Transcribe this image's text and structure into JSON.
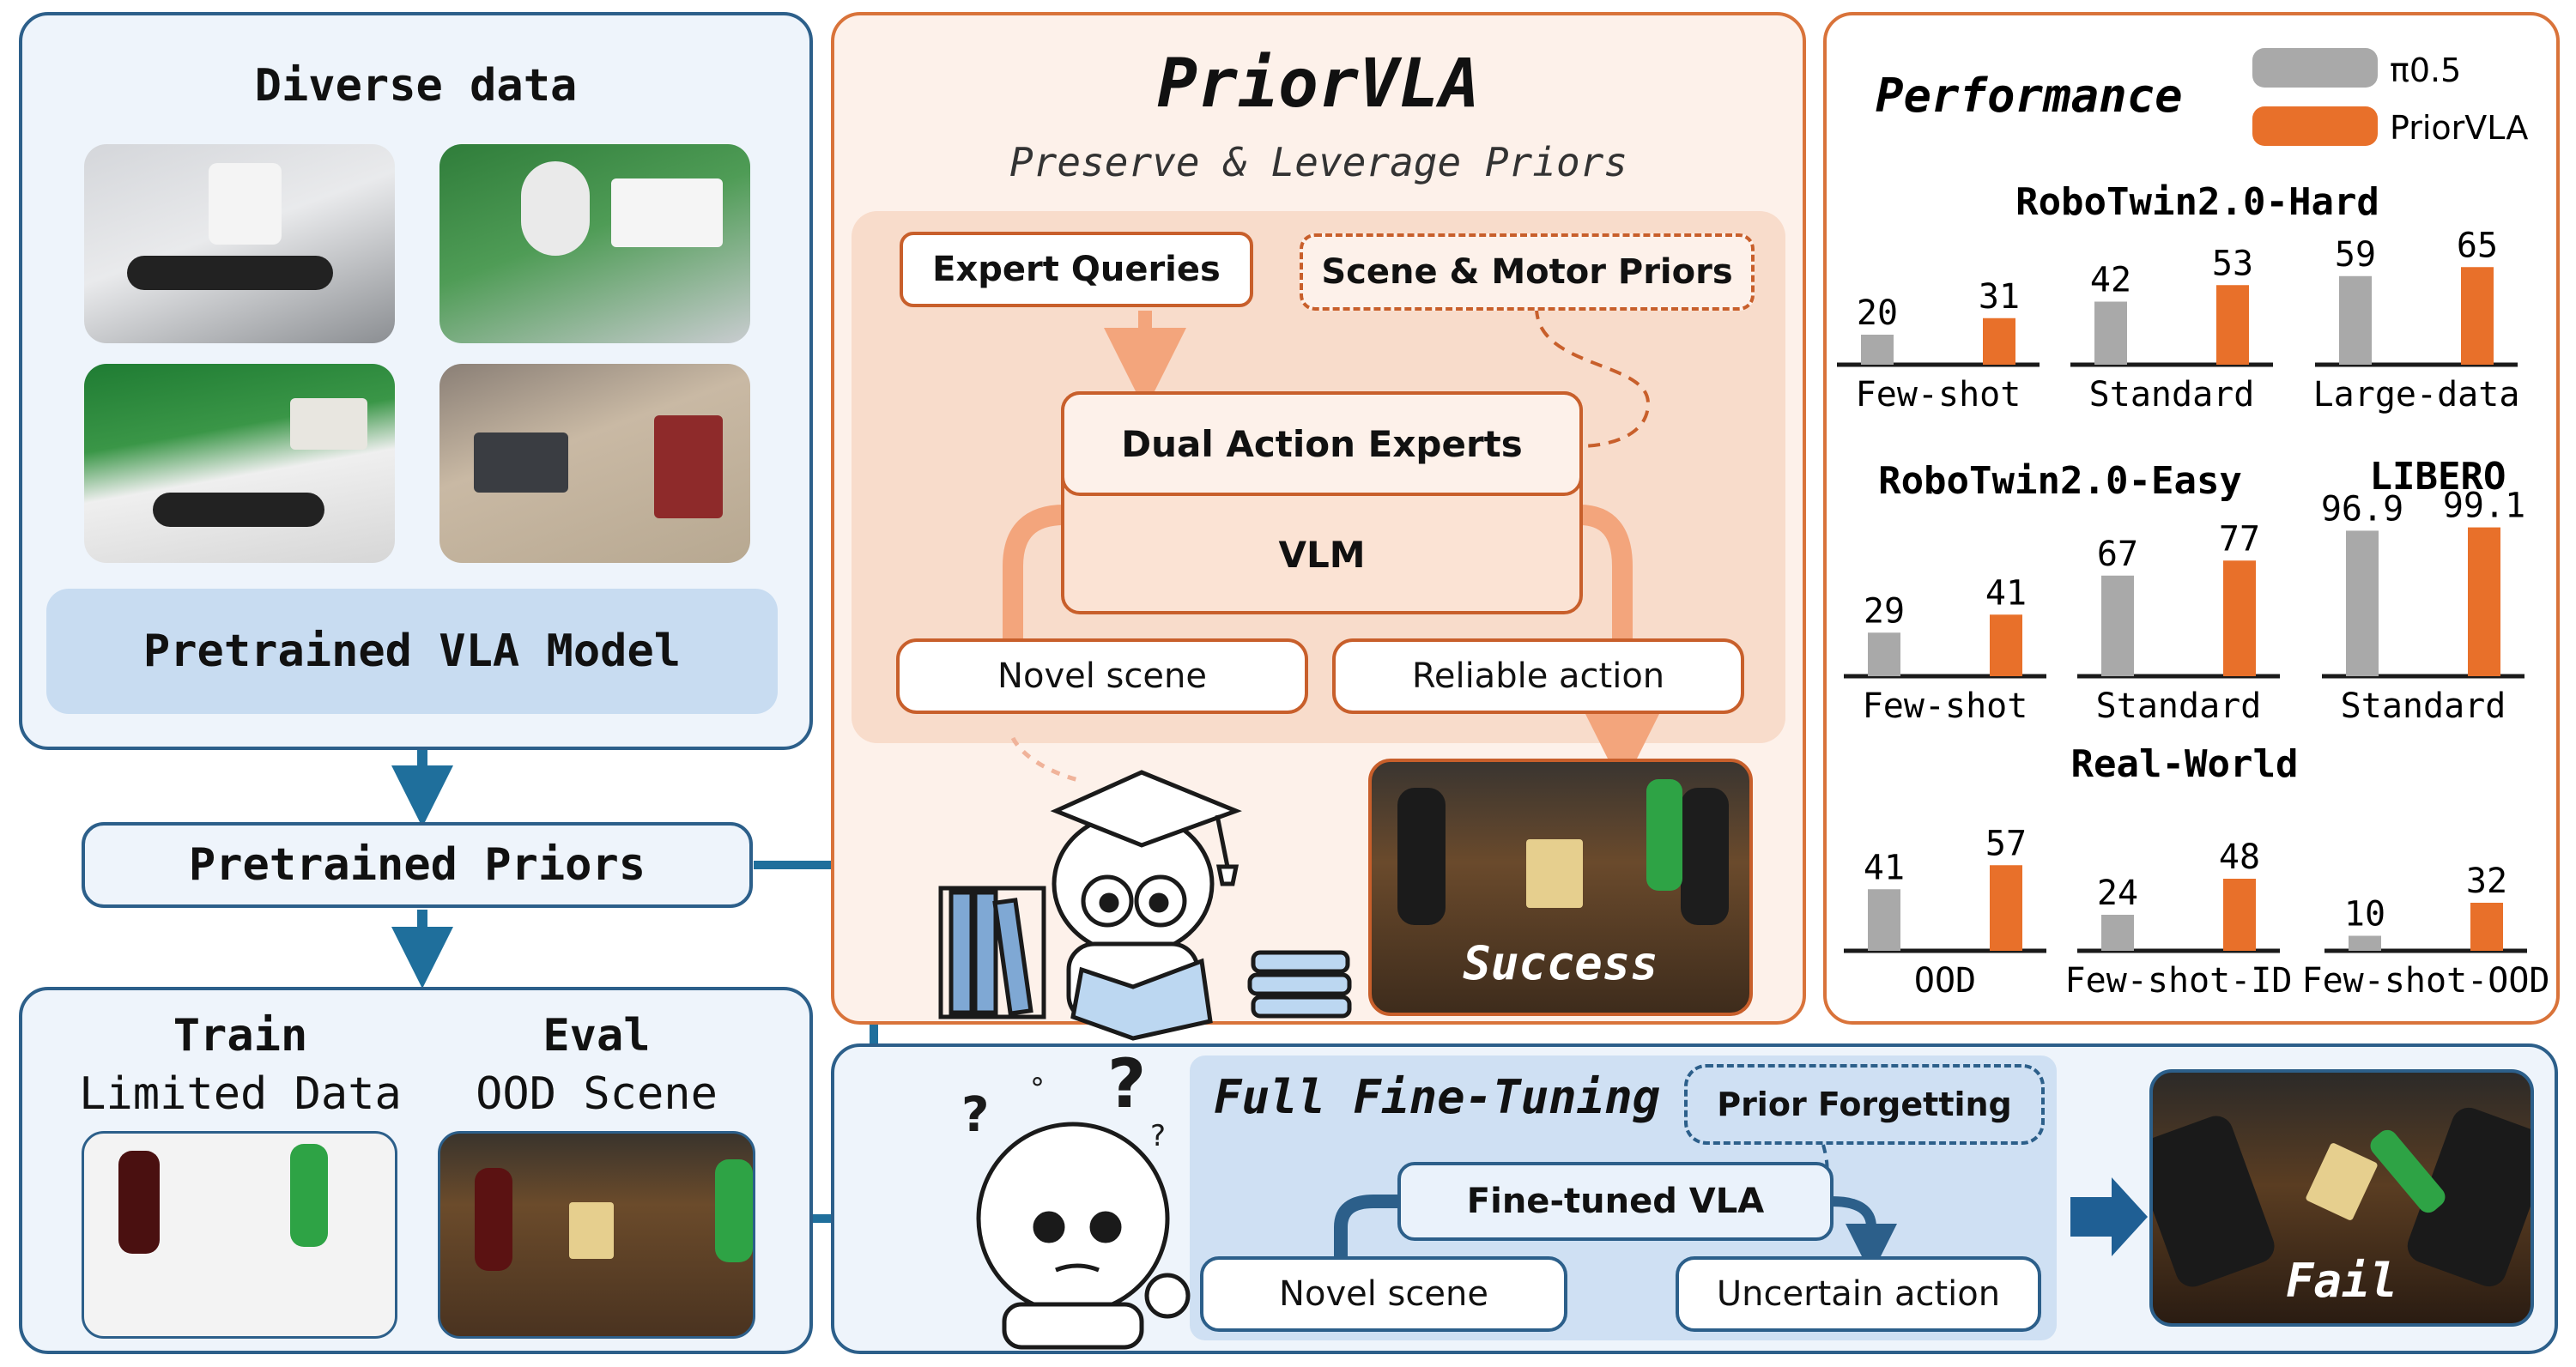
{
  "left": {
    "diverse_title": "Diverse data",
    "pretrained_model": "Pretrained VLA Model",
    "pretrained_priors": "Pretrained Priors",
    "train_title": "Train",
    "train_sub": "Limited Data",
    "eval_title": "Eval",
    "eval_sub": "OOD Scene"
  },
  "center": {
    "title": "PriorVLA",
    "subtitle": "Preserve & Leverage Priors",
    "expert_queries": "Expert Queries",
    "scene_motor_priors": "Scene & Motor Priors",
    "dual_action_experts": "Dual Action Experts",
    "vlm": "VLM",
    "novel_scene": "Novel scene",
    "reliable_action": "Reliable action",
    "success": "Success"
  },
  "bottom": {
    "title": "Full Fine-Tuning",
    "prior_forgetting": "Prior Forgetting",
    "finetuned_vla": "Fine-tuned VLA",
    "novel_scene": "Novel scene",
    "uncertain_action": "Uncertain action",
    "fail": "Fail"
  },
  "colors": {
    "pi": "#a9a9a9",
    "prior": "#e8702a",
    "blue": "#2c5f8a",
    "orange": "#d9733a"
  },
  "chart_data": {
    "title": "Performance",
    "legend": [
      "π0.5",
      "PriorVLA"
    ],
    "type": "bar",
    "groups": [
      {
        "title": "RoboTwin2.0-Hard",
        "categories": [
          "Few-shot",
          "Standard",
          "Large-data"
        ],
        "series": [
          {
            "name": "π0.5",
            "values": [
              20,
              42,
              59
            ]
          },
          {
            "name": "PriorVLA",
            "values": [
              31,
              53,
              65
            ]
          }
        ]
      },
      {
        "title": "RoboTwin2.0-Easy",
        "categories": [
          "Few-shot",
          "Standard"
        ],
        "series": [
          {
            "name": "π0.5",
            "values": [
              29,
              67
            ]
          },
          {
            "name": "PriorVLA",
            "values": [
              41,
              77
            ]
          }
        ]
      },
      {
        "title": "LIBERO",
        "categories": [
          "Standard"
        ],
        "series": [
          {
            "name": "π0.5",
            "values": [
              96.9
            ]
          },
          {
            "name": "PriorVLA",
            "values": [
              99.1
            ]
          }
        ]
      },
      {
        "title": "Real-World",
        "categories": [
          "OOD",
          "Few-shot-ID",
          "Few-shot-OOD"
        ],
        "series": [
          {
            "name": "π0.5",
            "values": [
              41,
              24,
              10
            ]
          },
          {
            "name": "PriorVLA",
            "values": [
              57,
              48,
              32
            ]
          }
        ]
      }
    ]
  }
}
